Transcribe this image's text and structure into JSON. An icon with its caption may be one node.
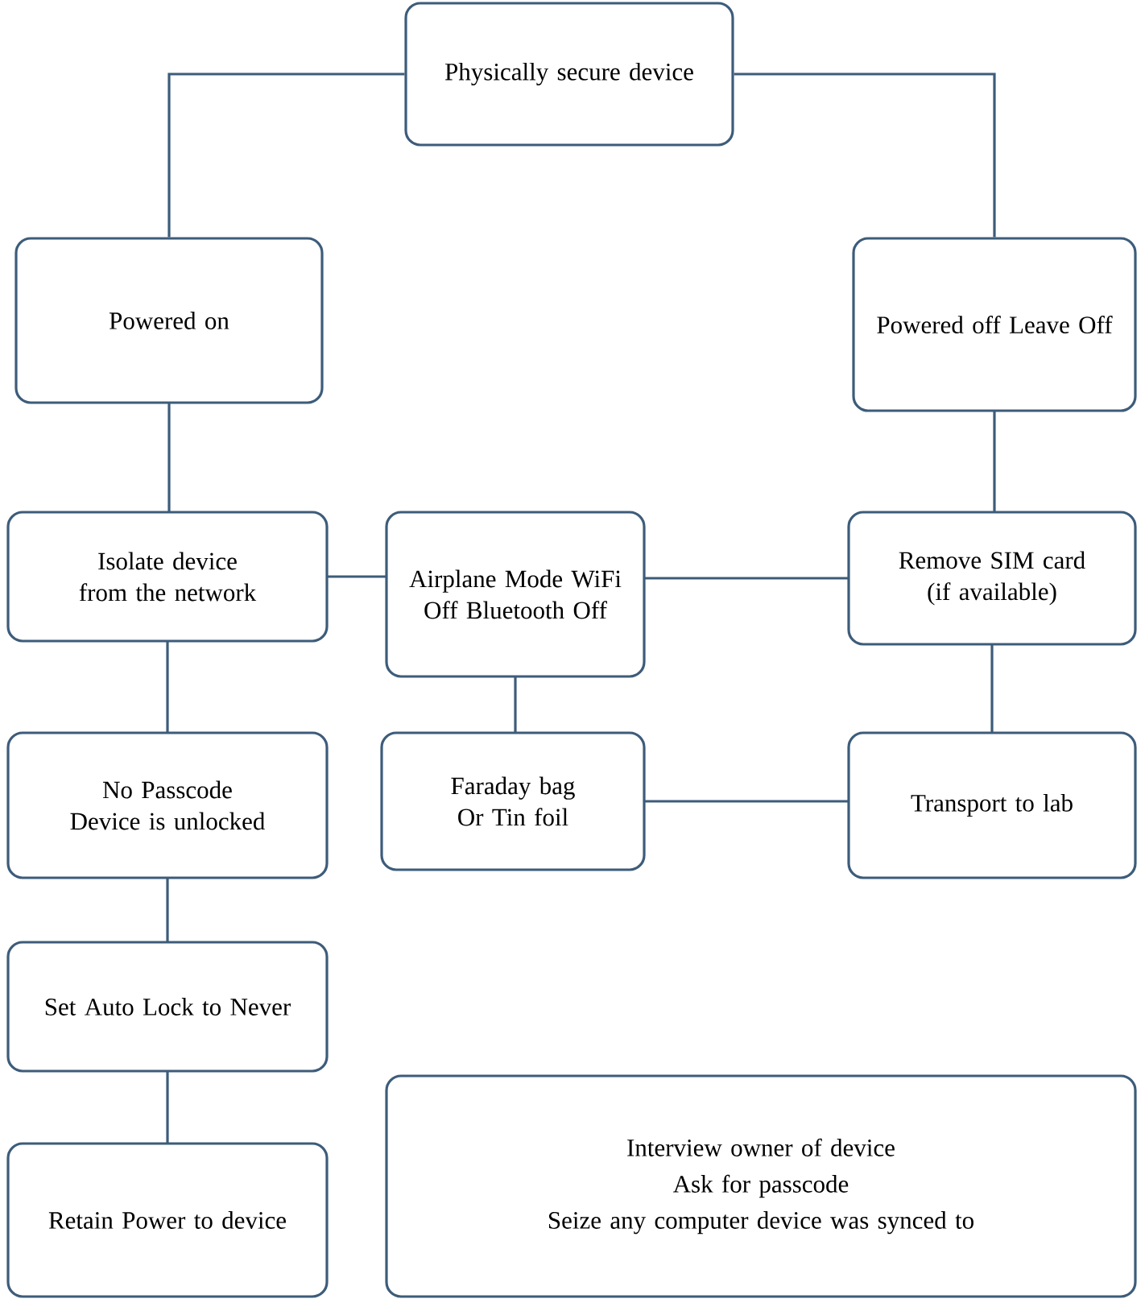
{
  "diagram": {
    "nodes": [
      {
        "text": [
          "Physically secure device"
        ]
      },
      {
        "text": [
          "Powered on"
        ]
      },
      {
        "text": [
          "Powered off Leave Off"
        ]
      },
      {
        "text": [
          "Isolate device from the network"
        ]
      },
      {
        "text": [
          "Airplane Mode WiFi Off Bluetooth Off"
        ]
      },
      {
        "text": [
          "Remove SIM card (if available)"
        ]
      },
      {
        "text": [
          "No Passcode Device is unlocked"
        ]
      },
      {
        "text": [
          "Faraday bag Or Tin foil"
        ]
      },
      {
        "text": [
          "Transport to lab"
        ]
      },
      {
        "text": [
          "Set Auto Lock to Never"
        ]
      },
      {
        "text": [
          "Retain Power to device"
        ]
      },
      {
        "text": [
          "Interview owner of device",
          "Ask for passcode",
          "Seize any computer device was synced to"
        ]
      }
    ],
    "edges": [
      {
        "from": 0,
        "to": 1,
        "arrow": "none"
      },
      {
        "from": 0,
        "to": 2,
        "arrow": "none"
      },
      {
        "from": 1,
        "to": 3,
        "arrow": "none"
      },
      {
        "from": 2,
        "to": 5,
        "arrow": "none"
      },
      {
        "from": 3,
        "to": 4,
        "arrow": "none"
      },
      {
        "from": 4,
        "to": 5,
        "arrow": "none"
      },
      {
        "from": 3,
        "to": 6,
        "arrow": "none"
      },
      {
        "from": 4,
        "to": 7,
        "arrow": "none"
      },
      {
        "from": 5,
        "to": 8,
        "arrow": "none"
      },
      {
        "from": 7,
        "to": 8,
        "arrow": "none"
      },
      {
        "from": 6,
        "to": 9,
        "arrow": "none"
      },
      {
        "from": 9,
        "to": 10,
        "arrow": "none"
      }
    ]
  }
}
